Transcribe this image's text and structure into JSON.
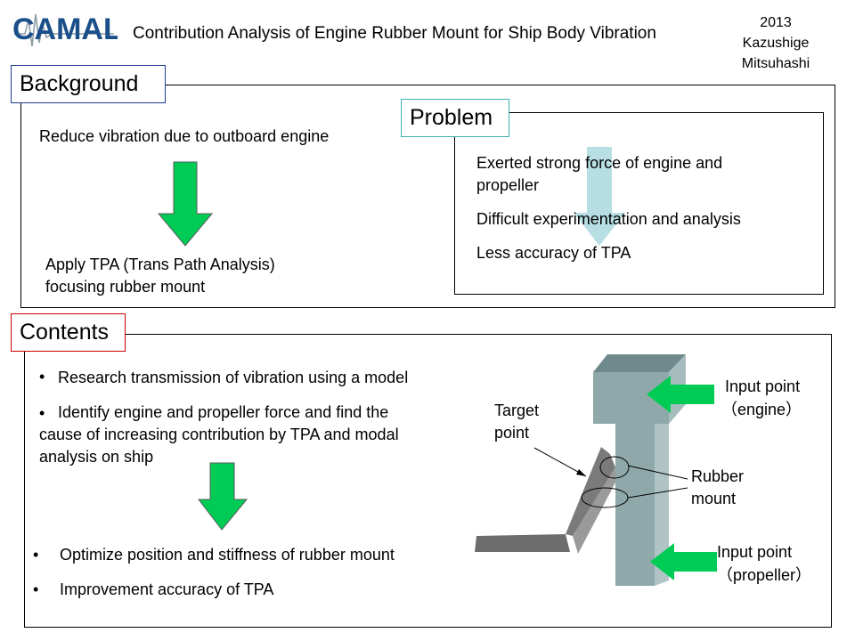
{
  "header": {
    "logo": "CAMAL",
    "title": "Contribution Analysis of Engine Rubber Mount for Ship Body Vibration",
    "year": "2013",
    "author_first": "Kazushige",
    "author_last": "Mitsuhashi"
  },
  "background": {
    "label": "Background",
    "reduce": "Reduce vibration due to outboard engine",
    "apply_line1": "Apply TPA (Trans Path Analysis)",
    "apply_line2": "focusing rubber mount"
  },
  "problem": {
    "label": "Problem",
    "item1_line1": "Exerted  strong force of engine and",
    "item1_line2": "propeller",
    "item2": "Difficult experimentation and analysis",
    "item3": "Less accuracy of TPA"
  },
  "contents": {
    "label": "Contents",
    "bullet1": "Research transmission of vibration using a model",
    "bullet2_line1": "Identify engine and propeller force and find the",
    "bullet2_line2": "cause of increasing contribution by TPA and modal",
    "bullet2_line3": "analysis on ship",
    "result1": "Optimize position and stiffness of rubber mount",
    "result2": "Improvement accuracy of TPA"
  },
  "diagram": {
    "target_line1": "Target",
    "target_line2": "point",
    "rubber_line1": "Rubber",
    "rubber_line2": "mount",
    "engine_line1": "Input  point",
    "engine_line2": "（engine）",
    "propeller_line1": "Input point",
    "propeller_line2": "（propeller）"
  },
  "colors": {
    "arrow_green": "#00cc55",
    "arrow_faded": "#b7dfe3",
    "background_border": "#1f3a93",
    "problem_border": "#3cb3b3",
    "contents_border": "#cc0000",
    "model_body": "#8fa9aa"
  }
}
